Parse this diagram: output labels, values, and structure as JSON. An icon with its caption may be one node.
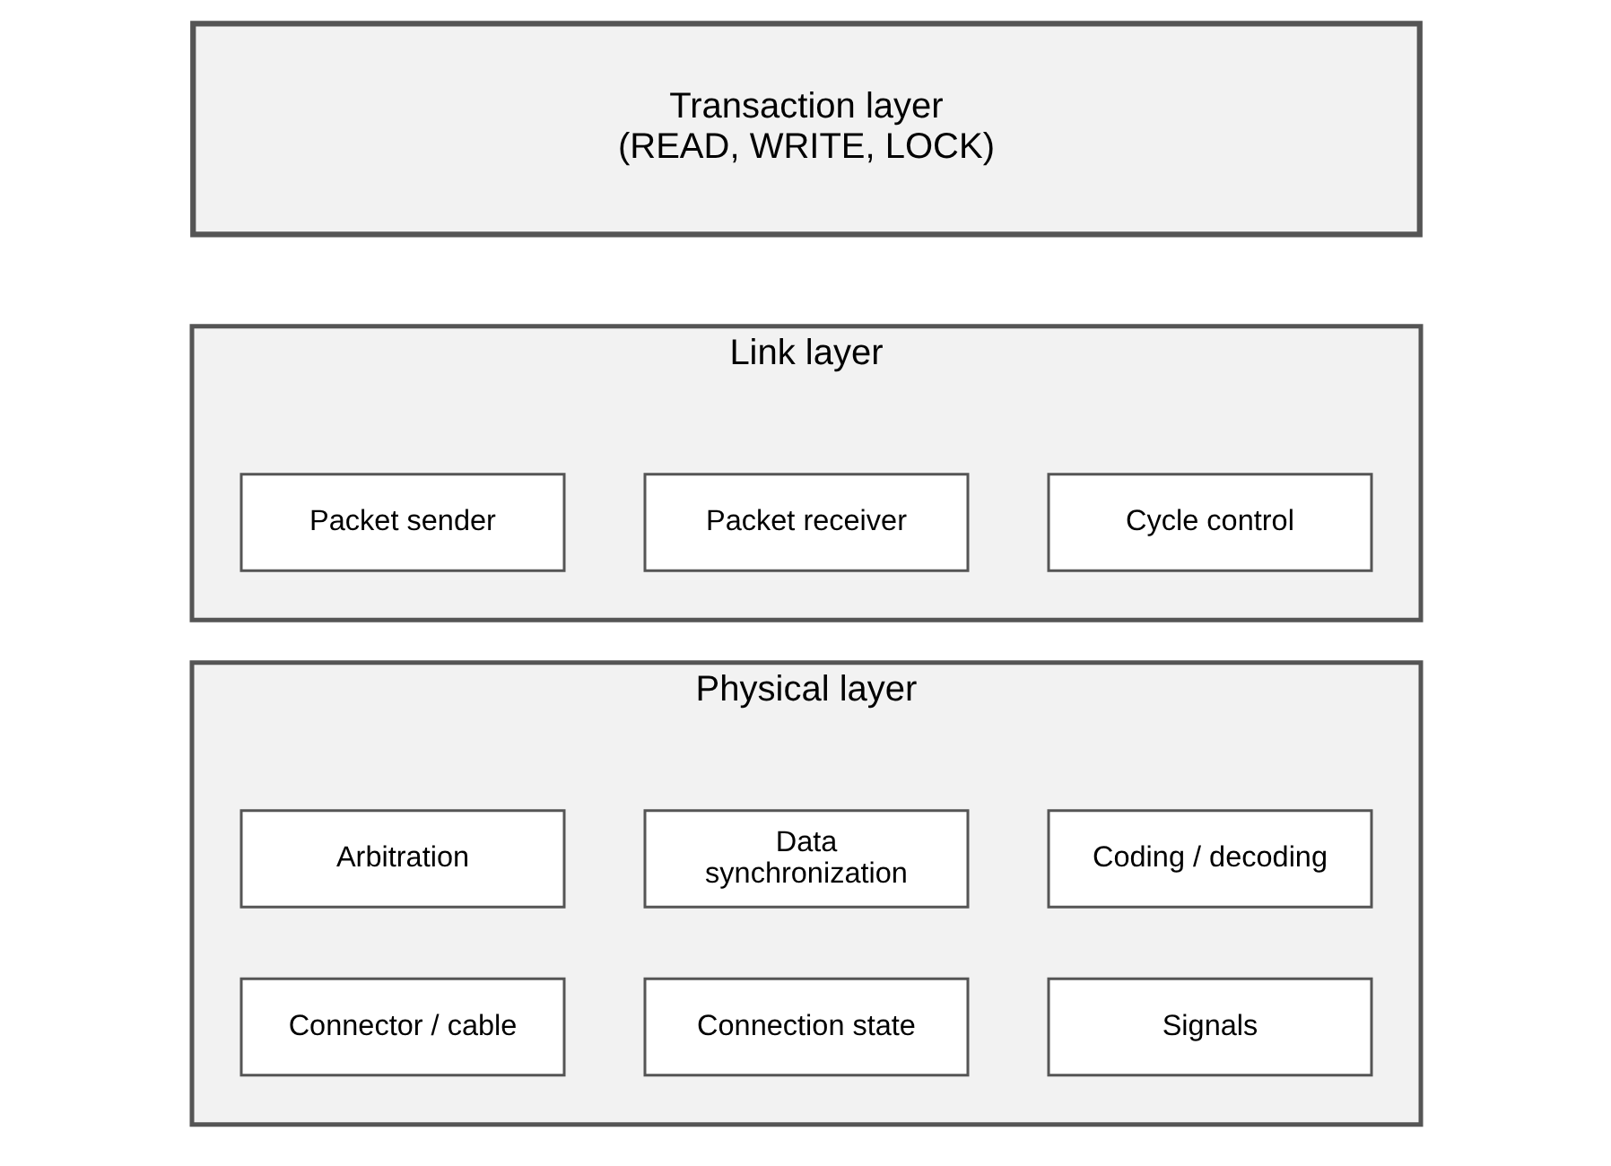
{
  "diagram": {
    "nodes": [
      {
        "text": [
          "Transaction layer",
          "(READ, WRITE, LOCK)"
        ]
      },
      {
        "text": [
          "Link layer"
        ]
      },
      {
        "text": [
          "Packet sender"
        ],
        "in": 1
      },
      {
        "text": [
          "Packet receiver"
        ],
        "in": 1
      },
      {
        "text": [
          "Cycle control"
        ],
        "in": 1
      },
      {
        "text": [
          "Physical layer"
        ]
      },
      {
        "text": [
          "Arbitration"
        ],
        "in": 5
      },
      {
        "text": [
          "Data synchronization"
        ],
        "in": 5
      },
      {
        "text": [
          "Coding / decoding"
        ],
        "in": 5
      },
      {
        "text": [
          "Connector / cable"
        ],
        "in": 5
      },
      {
        "text": [
          "Connection state"
        ],
        "in": 5
      },
      {
        "text": [
          "Signals"
        ],
        "in": 5
      }
    ]
  }
}
